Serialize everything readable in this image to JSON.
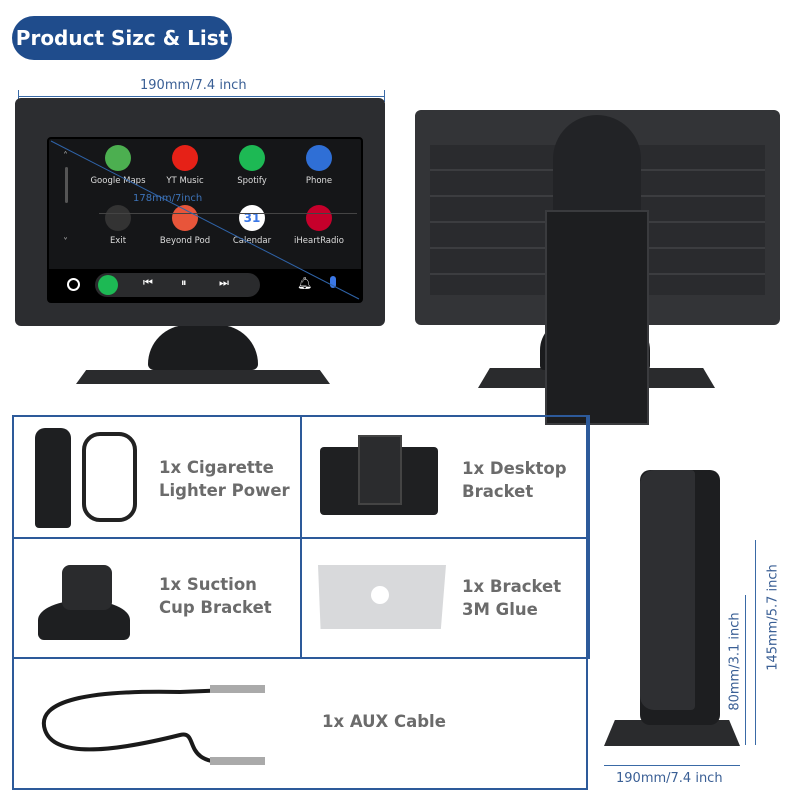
{
  "title": "Product Sizc & List",
  "front": {
    "width_label": "190mm/7.4 inch",
    "diagonal_label": "178mm/7inch",
    "apps": [
      {
        "label": "Google Maps",
        "color": "#4caf50",
        "icon": "map-pin-icon"
      },
      {
        "label": "YT Music",
        "color": "#e62117",
        "icon": "play-icon"
      },
      {
        "label": "Spotify",
        "color": "#1db954",
        "icon": "spotify-icon"
      },
      {
        "label": "Phone",
        "color": "#2f6fd6",
        "icon": "phone-icon"
      },
      {
        "label": "Exit",
        "color": "#333",
        "icon": "car-icon"
      },
      {
        "label": "Beyond Pod",
        "color": "#e8553a",
        "icon": "podcast-icon"
      },
      {
        "label": "Calendar",
        "color": "#fff",
        "icon": "calendar-icon",
        "glyph": "31"
      },
      {
        "label": "iHeartRadio",
        "color": "#c6002b",
        "icon": "iheart-icon"
      }
    ]
  },
  "items": [
    {
      "label_1": "1x Cigarette",
      "label_2": "Lighter Power"
    },
    {
      "label_1": "1x Desktop",
      "label_2": "Bracket"
    },
    {
      "label_1": "1x Suction",
      "label_2": "Cup Bracket"
    },
    {
      "label_1": "1x Bracket",
      "label_2": "3M Glue"
    },
    {
      "label_1": "1x AUX Cable"
    }
  ],
  "side": {
    "height_total": "145mm/5.7 inch",
    "height_body": "80mm/3.1 inch",
    "width": "190mm/7.4 inch"
  }
}
